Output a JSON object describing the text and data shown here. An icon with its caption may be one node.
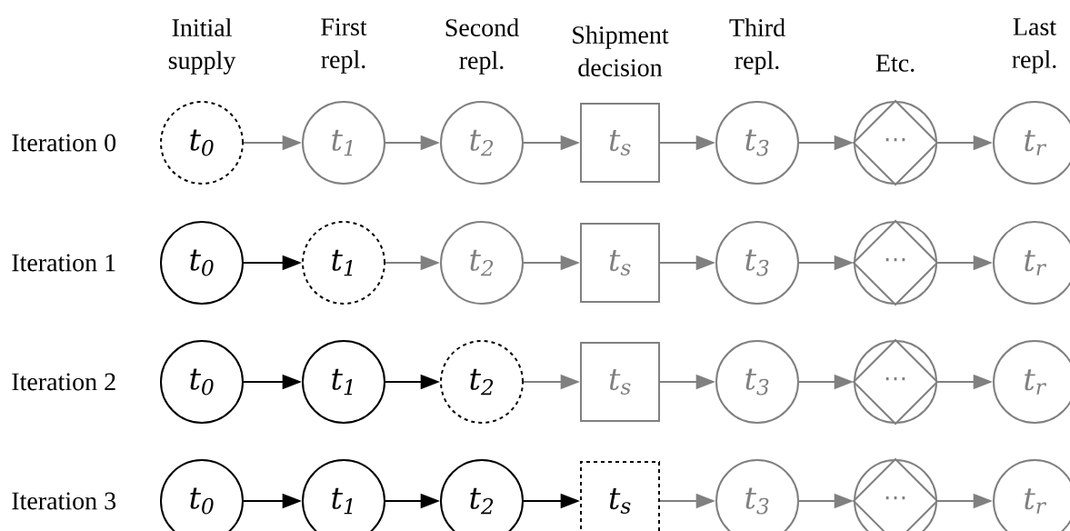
{
  "diagram": {
    "nodes": [
      {
        "text": [
          "t$_{0}$"
        ]
      },
      {
        "text": [
          "t$_{1}$"
        ]
      },
      {
        "text": [
          "t$_{2}$"
        ]
      },
      {
        "text": [
          "t$_{s}$"
        ]
      },
      {
        "text": [
          "t$_{3}$"
        ]
      },
      {
        "text": [
          "⋯"
        ]
      },
      {
        "text": [
          "t$_{r}$"
        ]
      },
      {
        "text": [
          "t$_{0}$"
        ]
      },
      {
        "text": [
          "t$_{1}$"
        ]
      },
      {
        "text": [
          "t$_{2}$"
        ]
      },
      {
        "text": [
          "t$_{s}$"
        ]
      },
      {
        "text": [
          "t$_{3}$"
        ]
      },
      {
        "text": [
          "⋯"
        ]
      },
      {
        "text": [
          "t$_{r}$"
        ]
      },
      {
        "text": [
          "t$_{0}$"
        ]
      },
      {
        "text": [
          "t$_{1}$"
        ]
      },
      {
        "text": [
          "t$_{2}$"
        ]
      },
      {
        "text": [
          "t$_{s}$"
        ]
      },
      {
        "text": [
          "t$_{3}$"
        ]
      },
      {
        "text": [
          "⋯"
        ]
      },
      {
        "text": [
          "t$_{r}$"
        ]
      },
      {
        "text": [
          "t$_{0}$"
        ]
      },
      {
        "text": [
          "t$_{1}$"
        ]
      },
      {
        "text": [
          "t$_{2}$"
        ]
      },
      {
        "text": [
          "t$_{s}$"
        ]
      },
      {
        "text": [
          "t$_{3}$"
        ]
      },
      {
        "text": [
          "⋯"
        ]
      },
      {
        "text": [
          "t$_{r}$"
        ]
      }
    ],
    "edges": [
      {
        "from": 0,
        "to": 1,
        "arrow": "to"
      },
      {
        "from": 1,
        "to": 2,
        "arrow": "to"
      },
      {
        "from": 2,
        "to": 3,
        "arrow": "to"
      },
      {
        "from": 3,
        "to": 4,
        "arrow": "to"
      },
      {
        "from": 4,
        "to": 5,
        "arrow": "to"
      },
      {
        "from": 5,
        "to": 6,
        "arrow": "to"
      },
      {
        "from": 7,
        "to": 8,
        "arrow": "to",
        "color": "#000000"
      },
      {
        "from": 8,
        "to": 9,
        "arrow": "to"
      },
      {
        "from": 9,
        "to": 10,
        "arrow": "to"
      },
      {
        "from": 10,
        "to": 11,
        "arrow": "to"
      },
      {
        "from": 11,
        "to": 12,
        "arrow": "to"
      },
      {
        "from": 12,
        "to": 13,
        "arrow": "to"
      },
      {
        "from": 14,
        "to": 15,
        "arrow": "to",
        "color": "#000000"
      },
      {
        "from": 15,
        "to": 16,
        "arrow": "to",
        "color": "#000000"
      },
      {
        "from": 16,
        "to": 17,
        "arrow": "to"
      },
      {
        "from": 17,
        "to": 18,
        "arrow": "to"
      },
      {
        "from": 18,
        "to": 19,
        "arrow": "to"
      },
      {
        "from": 19,
        "to": 20,
        "arrow": "to"
      },
      {
        "from": 21,
        "to": 22,
        "arrow": "to",
        "color": "#000000"
      },
      {
        "from": 22,
        "to": 23,
        "arrow": "to",
        "color": "#000000"
      },
      {
        "from": 23,
        "to": 24,
        "arrow": "to",
        "color": "#000000"
      },
      {
        "from": 24,
        "to": 25,
        "arrow": "to"
      },
      {
        "from": 25,
        "to": 26,
        "arrow": "to"
      },
      {
        "from": 26,
        "to": 27,
        "arrow": "to"
      }
    ],
    "labels": [
      "Initial supply",
      "First repl.",
      "Second repl.",
      "Shipment decision",
      "Third repl.",
      "Etc.",
      "Last repl.",
      "Iteration 0",
      "Iteration 1",
      "Iteration 2",
      "Iteration 3"
    ]
  }
}
